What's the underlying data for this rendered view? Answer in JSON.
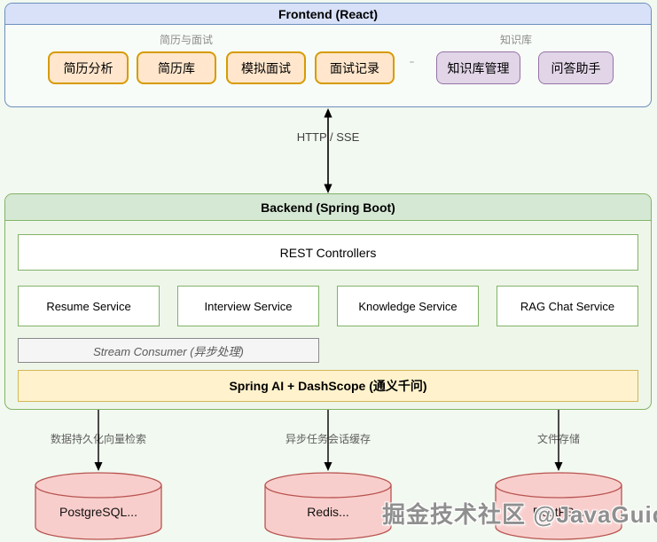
{
  "frontend": {
    "title": "Frontend (React)",
    "groups": [
      {
        "label": "简历与面试",
        "buttons": [
          "简历分析",
          "简历库",
          "模拟面试",
          "面试记录"
        ]
      },
      {
        "label": "知识库",
        "buttons": [
          "知识库管理",
          "问答助手"
        ]
      }
    ]
  },
  "connection": {
    "label": "HTTP / SSE"
  },
  "backend": {
    "title": "Backend (Spring Boot)",
    "rest_controllers": "REST Controllers",
    "services": [
      "Resume Service",
      "Interview Service",
      "Knowledge Service",
      "RAG Chat Service"
    ],
    "stream_consumer": "Stream Consumer (异步处理)",
    "ai_layer": "Spring AI + DashScope (通义千问)"
  },
  "storage": [
    {
      "edge_label": "数据持久化向量检索",
      "name": "PostgreSQL..."
    },
    {
      "edge_label": "异步任务会话缓存",
      "name": "Redis..."
    },
    {
      "edge_label": "文件存储",
      "name": "RustFS..."
    }
  ],
  "watermark": "掘金技术社区 @JavaGuide",
  "colors": {
    "page_background": "#f2f9f0",
    "frontend_header": "#d8e1f8",
    "frontend_border": "#6c8ebf",
    "backend_header": "#d5e8d4",
    "backend_border": "#82b366",
    "button_orange_fill": "#ffe6cc",
    "button_orange_border": "#d79b00",
    "button_purple_fill": "#e1d5e7",
    "button_purple_border": "#9673a6",
    "stream_fill": "#f5f5f5",
    "stream_border": "#8a8a8a",
    "ai_fill": "#fff2cc",
    "ai_border": "#d6b656",
    "database_fill": "#f8cecc",
    "database_border": "#b85450",
    "arrow_color": "#000000"
  }
}
